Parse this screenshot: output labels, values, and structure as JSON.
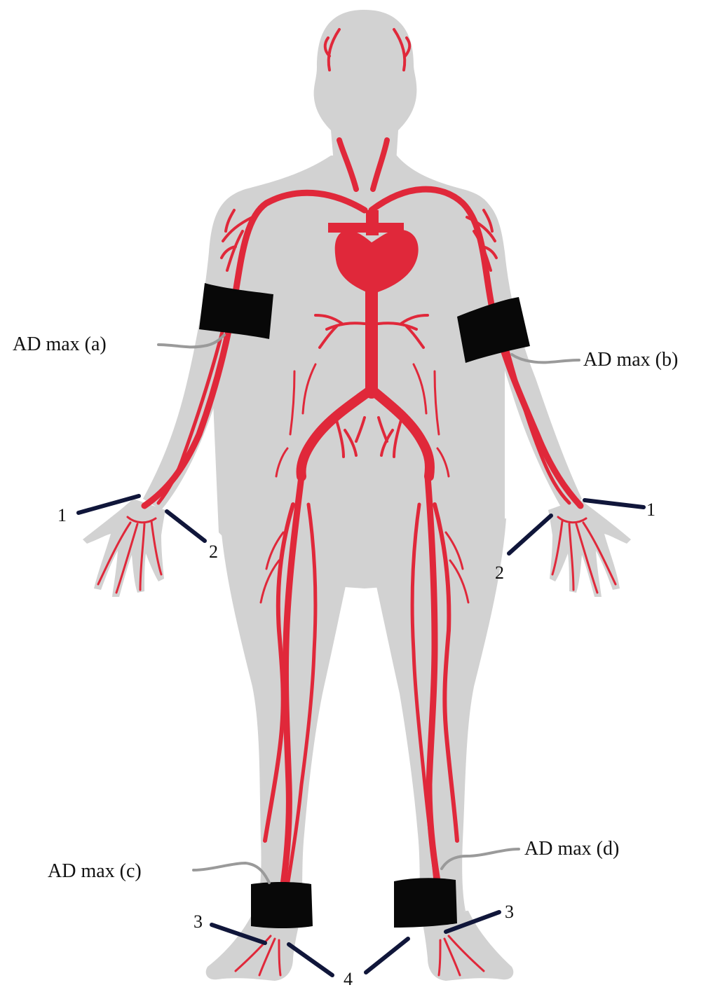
{
  "figure": {
    "colors": {
      "body": "#d2d2d2",
      "artery": "#e0283a",
      "cuff": "#080808",
      "probe": "#10163a",
      "leader": "#9a9a9a"
    },
    "labels": {
      "ad_max_a": "AD max (a)",
      "ad_max_b": "AD max (b)",
      "ad_max_c": "AD max (c)",
      "ad_max_d": "AD max (d)"
    },
    "markers": {
      "left_1": "1",
      "left_2": "2",
      "right_1": "1",
      "right_2": "2",
      "left_3": "3",
      "right_3": "3",
      "bottom_4": "4"
    }
  }
}
